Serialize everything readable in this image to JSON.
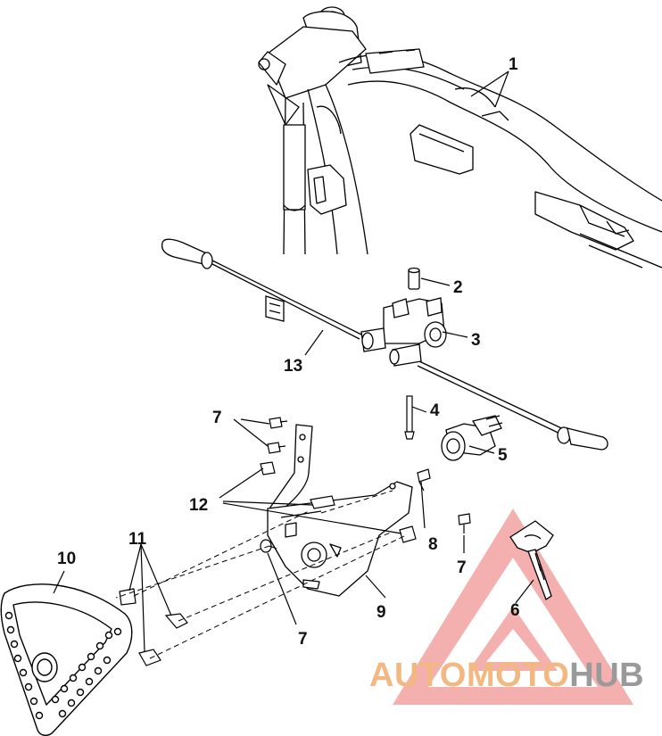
{
  "diagram": {
    "callouts": [
      {
        "id": "c1",
        "label": "1"
      },
      {
        "id": "c2",
        "label": "2"
      },
      {
        "id": "c3",
        "label": "3"
      },
      {
        "id": "c4",
        "label": "4"
      },
      {
        "id": "c5",
        "label": "5"
      },
      {
        "id": "c6",
        "label": "6"
      },
      {
        "id": "c7a",
        "label": "7"
      },
      {
        "id": "c7b",
        "label": "7"
      },
      {
        "id": "c7c",
        "label": "7"
      },
      {
        "id": "c8",
        "label": "8"
      },
      {
        "id": "c9",
        "label": "9"
      },
      {
        "id": "c10",
        "label": "10"
      },
      {
        "id": "c11",
        "label": "11"
      },
      {
        "id": "c12",
        "label": "12"
      },
      {
        "id": "c13",
        "label": "13"
      }
    ]
  },
  "watermark": {
    "part1": "AUTOMOTO",
    "part2": "HUB",
    "color_primary": "#f2b880",
    "color_secondary": "#9a9a9a",
    "triangle_color": "#f3a3a0"
  }
}
